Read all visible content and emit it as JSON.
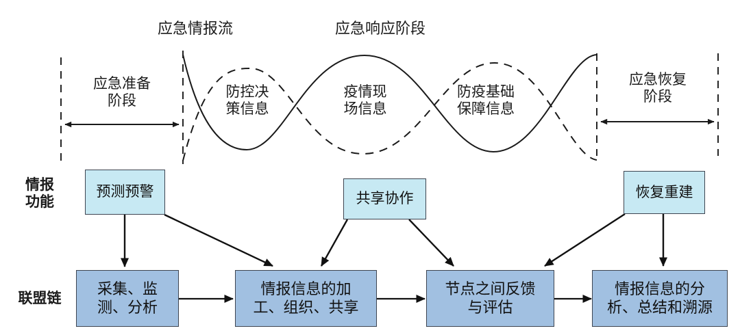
{
  "diagram": {
    "title_top_left": "应急情报流",
    "title_top_right": "应急响应阶段",
    "phases": [
      {
        "id": "prepare",
        "label": "应急准备\n阶段"
      },
      {
        "id": "recover",
        "label": "应急恢复\n阶段"
      }
    ],
    "wave_segments": [
      {
        "id": "seg1",
        "label": "防控决\n策信息"
      },
      {
        "id": "seg2",
        "label": "疫情现\n场信息"
      },
      {
        "id": "seg3",
        "label": "防疫基础\n保障信息"
      }
    ],
    "row_labels": [
      {
        "id": "intel-function",
        "label": "情报\n功能"
      },
      {
        "id": "consortium-chain",
        "label": "联盟链"
      }
    ],
    "function_boxes": [
      {
        "id": "fb1",
        "label": "预测预警"
      },
      {
        "id": "fb2",
        "label": "共享协作"
      },
      {
        "id": "fb3",
        "label": "恢复重建"
      }
    ],
    "chain_boxes": [
      {
        "id": "cb1",
        "label": "采集、监\n测、分析"
      },
      {
        "id": "cb2",
        "label": "情报信息的加\n工、组织、共享"
      },
      {
        "id": "cb3",
        "label": "节点之间反馈\n与评估"
      },
      {
        "id": "cb4",
        "label": "情报信息的分\n析、总结和溯源"
      }
    ],
    "colors": {
      "light_box_fill": "#c7e9f3",
      "dark_box_fill": "#a1c0e1",
      "box_stroke": "#3d4450",
      "line": "#1a1a1a",
      "text": "#111111",
      "background": "#ffffff"
    }
  }
}
